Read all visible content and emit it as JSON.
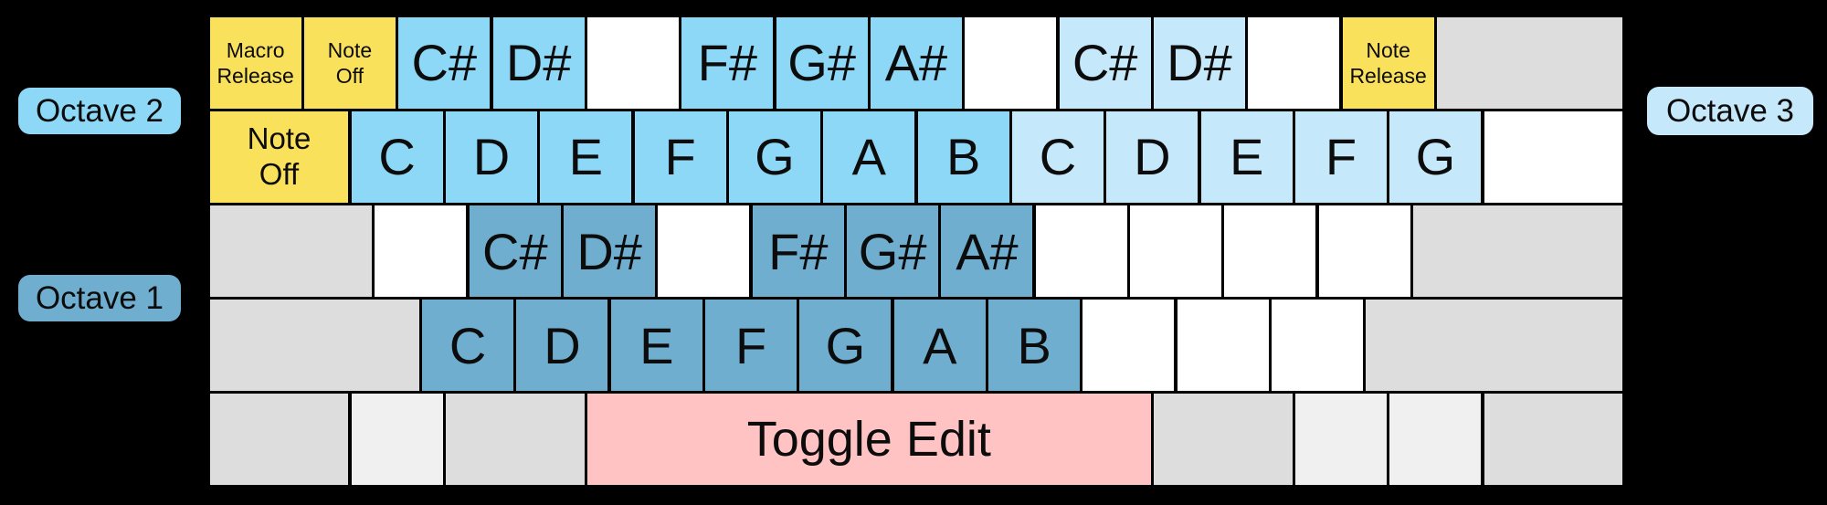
{
  "colors": {
    "yellow": "#F9E15C",
    "octave2": "#8DD8F6",
    "octave3": "#C6E8FB",
    "octave1": "#6FAECF",
    "pink": "#FFC3C3",
    "gray": "#DDDDDD",
    "grayLight": "#F0F0F0",
    "white": "#FFFFFF",
    "background": "#000000"
  },
  "legend": {
    "octave2": {
      "label": "Octave 2",
      "color": "#8DD8F6"
    },
    "octave1": {
      "label": "Octave 1",
      "color": "#6FAECF"
    },
    "octave3": {
      "label": "Octave 3",
      "color": "#C6E8FB"
    }
  },
  "keyboard": {
    "rows": [
      {
        "name": "number-row",
        "keys": [
          {
            "label": [
              "Macro",
              "Release"
            ],
            "w": 1,
            "color": "yellow",
            "size": "sm"
          },
          {
            "label": [
              "Note",
              "Off"
            ],
            "w": 1,
            "color": "yellow",
            "size": "sm"
          },
          {
            "label": [
              "C#"
            ],
            "w": 1,
            "color": "octave2",
            "size": "lg"
          },
          {
            "label": [
              "D#"
            ],
            "w": 1,
            "color": "octave2",
            "size": "lg"
          },
          {
            "label": [],
            "w": 1,
            "color": "white"
          },
          {
            "label": [
              "F#"
            ],
            "w": 1,
            "color": "octave2",
            "size": "lg"
          },
          {
            "label": [
              "G#"
            ],
            "w": 1,
            "color": "octave2",
            "size": "lg"
          },
          {
            "label": [
              "A#"
            ],
            "w": 1,
            "color": "octave2",
            "size": "lg"
          },
          {
            "label": [],
            "w": 1,
            "color": "white"
          },
          {
            "label": [
              "C#"
            ],
            "w": 1,
            "color": "octave3",
            "size": "lg"
          },
          {
            "label": [
              "D#"
            ],
            "w": 1,
            "color": "octave3",
            "size": "lg"
          },
          {
            "label": [],
            "w": 1,
            "color": "white"
          },
          {
            "label": [
              "Note",
              "Release"
            ],
            "w": 1,
            "color": "yellow",
            "size": "sm"
          },
          {
            "label": [],
            "w": 2,
            "color": "gray"
          }
        ]
      },
      {
        "name": "tab-row",
        "keys": [
          {
            "label": [
              "Note",
              "Off"
            ],
            "w": 1.5,
            "color": "yellow",
            "size": "md"
          },
          {
            "label": [
              "C"
            ],
            "w": 1,
            "color": "octave2",
            "size": "lg"
          },
          {
            "label": [
              "D"
            ],
            "w": 1,
            "color": "octave2",
            "size": "lg"
          },
          {
            "label": [
              "E"
            ],
            "w": 1,
            "color": "octave2",
            "size": "lg"
          },
          {
            "label": [
              "F"
            ],
            "w": 1,
            "color": "octave2",
            "size": "lg"
          },
          {
            "label": [
              "G"
            ],
            "w": 1,
            "color": "octave2",
            "size": "lg"
          },
          {
            "label": [
              "A"
            ],
            "w": 1,
            "color": "octave2",
            "size": "lg"
          },
          {
            "label": [
              "B"
            ],
            "w": 1,
            "color": "octave2",
            "size": "lg"
          },
          {
            "label": [
              "C"
            ],
            "w": 1,
            "color": "octave3",
            "size": "lg"
          },
          {
            "label": [
              "D"
            ],
            "w": 1,
            "color": "octave3",
            "size": "lg"
          },
          {
            "label": [
              "E"
            ],
            "w": 1,
            "color": "octave3",
            "size": "lg"
          },
          {
            "label": [
              "F"
            ],
            "w": 1,
            "color": "octave3",
            "size": "lg"
          },
          {
            "label": [
              "G"
            ],
            "w": 1,
            "color": "octave3",
            "size": "lg"
          },
          {
            "label": [],
            "w": 1.5,
            "color": "white"
          }
        ]
      },
      {
        "name": "home-row",
        "keys": [
          {
            "label": [],
            "w": 1.75,
            "color": "gray"
          },
          {
            "label": [],
            "w": 1,
            "color": "white"
          },
          {
            "label": [
              "C#"
            ],
            "w": 1,
            "color": "octave1",
            "size": "lg"
          },
          {
            "label": [
              "D#"
            ],
            "w": 1,
            "color": "octave1",
            "size": "lg"
          },
          {
            "label": [],
            "w": 1,
            "color": "white"
          },
          {
            "label": [
              "F#"
            ],
            "w": 1,
            "color": "octave1",
            "size": "lg"
          },
          {
            "label": [
              "G#"
            ],
            "w": 1,
            "color": "octave1",
            "size": "lg"
          },
          {
            "label": [
              "A#"
            ],
            "w": 1,
            "color": "octave1",
            "size": "lg"
          },
          {
            "label": [],
            "w": 1,
            "color": "white"
          },
          {
            "label": [],
            "w": 1,
            "color": "white"
          },
          {
            "label": [],
            "w": 1,
            "color": "white"
          },
          {
            "label": [],
            "w": 1,
            "color": "white"
          },
          {
            "label": [],
            "w": 2.25,
            "color": "gray"
          }
        ]
      },
      {
        "name": "shift-row",
        "keys": [
          {
            "label": [],
            "w": 2.25,
            "color": "gray"
          },
          {
            "label": [
              "C"
            ],
            "w": 1,
            "color": "octave1",
            "size": "lg"
          },
          {
            "label": [
              "D"
            ],
            "w": 1,
            "color": "octave1",
            "size": "lg"
          },
          {
            "label": [
              "E"
            ],
            "w": 1,
            "color": "octave1",
            "size": "lg"
          },
          {
            "label": [
              "F"
            ],
            "w": 1,
            "color": "octave1",
            "size": "lg"
          },
          {
            "label": [
              "G"
            ],
            "w": 1,
            "color": "octave1",
            "size": "lg"
          },
          {
            "label": [
              "A"
            ],
            "w": 1,
            "color": "octave1",
            "size": "lg"
          },
          {
            "label": [
              "B"
            ],
            "w": 1,
            "color": "octave1",
            "size": "lg"
          },
          {
            "label": [],
            "w": 1,
            "color": "white"
          },
          {
            "label": [],
            "w": 1,
            "color": "white"
          },
          {
            "label": [],
            "w": 1,
            "color": "white"
          },
          {
            "label": [],
            "w": 2.75,
            "color": "gray"
          }
        ]
      },
      {
        "name": "space-row",
        "keys": [
          {
            "label": [],
            "w": 1.5,
            "color": "gray"
          },
          {
            "label": [],
            "w": 1,
            "color": "grayLight"
          },
          {
            "label": [],
            "w": 1.5,
            "color": "gray"
          },
          {
            "label": [
              "Toggle Edit"
            ],
            "w": 6,
            "color": "pink",
            "size": "xl"
          },
          {
            "label": [],
            "w": 1.5,
            "color": "gray"
          },
          {
            "label": [],
            "w": 1,
            "color": "grayLight"
          },
          {
            "label": [],
            "w": 1,
            "color": "grayLight"
          },
          {
            "label": [],
            "w": 1.5,
            "color": "gray"
          }
        ]
      }
    ]
  }
}
